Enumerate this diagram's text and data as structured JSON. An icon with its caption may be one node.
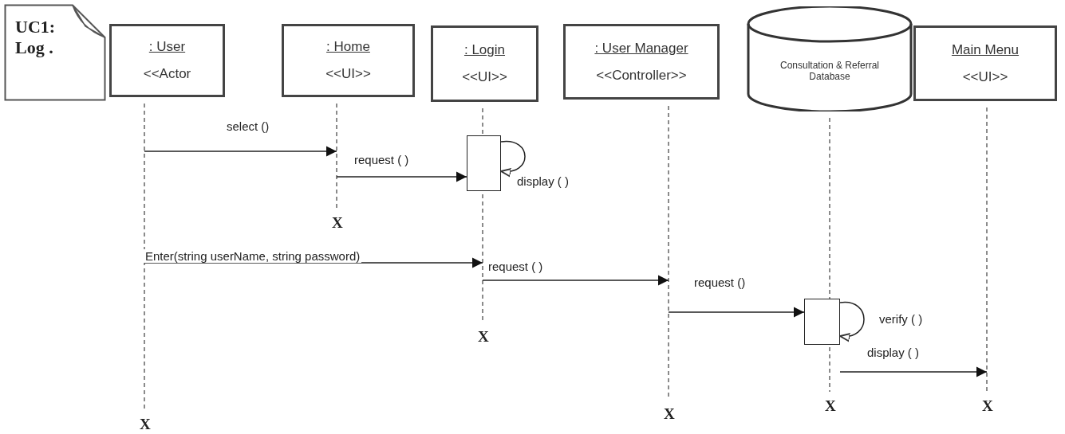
{
  "diagram": {
    "nodes": [
      {
        "text": [
          "UC1: Log ."
        ]
      },
      {
        "text": [
          ": User",
          "<<Actor"
        ],
        "beside": [
          "X"
        ]
      },
      {
        "text": [
          ": Home",
          "<<UI>>"
        ],
        "beside": [
          "X"
        ]
      },
      {
        "text": [
          ": Login",
          "<<UI>>"
        ],
        "beside": [
          "X"
        ]
      },
      {
        "text": [
          ": User Manager",
          "<<Controller>>"
        ],
        "beside": [
          "X"
        ]
      },
      {
        "text": [
          "Consultation & Referral Database"
        ],
        "beside": [
          "X"
        ]
      },
      {
        "text": [
          "Main Menu",
          "<<UI>>"
        ],
        "beside": [
          "X"
        ]
      },
      {
        "text": [],
        "shape": "box",
        "in": 3
      },
      {
        "text": [],
        "shape": "box",
        "in": 5
      }
    ],
    "edges": [
      {
        "from": 1,
        "to": 2,
        "arrow": "to",
        "label": "select ()"
      },
      {
        "from": 2,
        "to": 7,
        "arrow": "to",
        "label": "request ( )"
      },
      {
        "from": 7,
        "to": 7,
        "arrow": "to",
        "label": "display ( )"
      },
      {
        "from": 1,
        "to": 3,
        "arrow": "to",
        "label": "Enter(string userName, string password)"
      },
      {
        "from": 3,
        "to": 4,
        "arrow": "to",
        "label": "request ( )"
      },
      {
        "from": 4,
        "to": 8,
        "arrow": "to",
        "label": "request ()"
      },
      {
        "from": 8,
        "to": 8,
        "arrow": "to",
        "label": "verify ( )"
      },
      {
        "from": 8,
        "to": 6,
        "arrow": "to",
        "label": "display ( )"
      }
    ]
  }
}
